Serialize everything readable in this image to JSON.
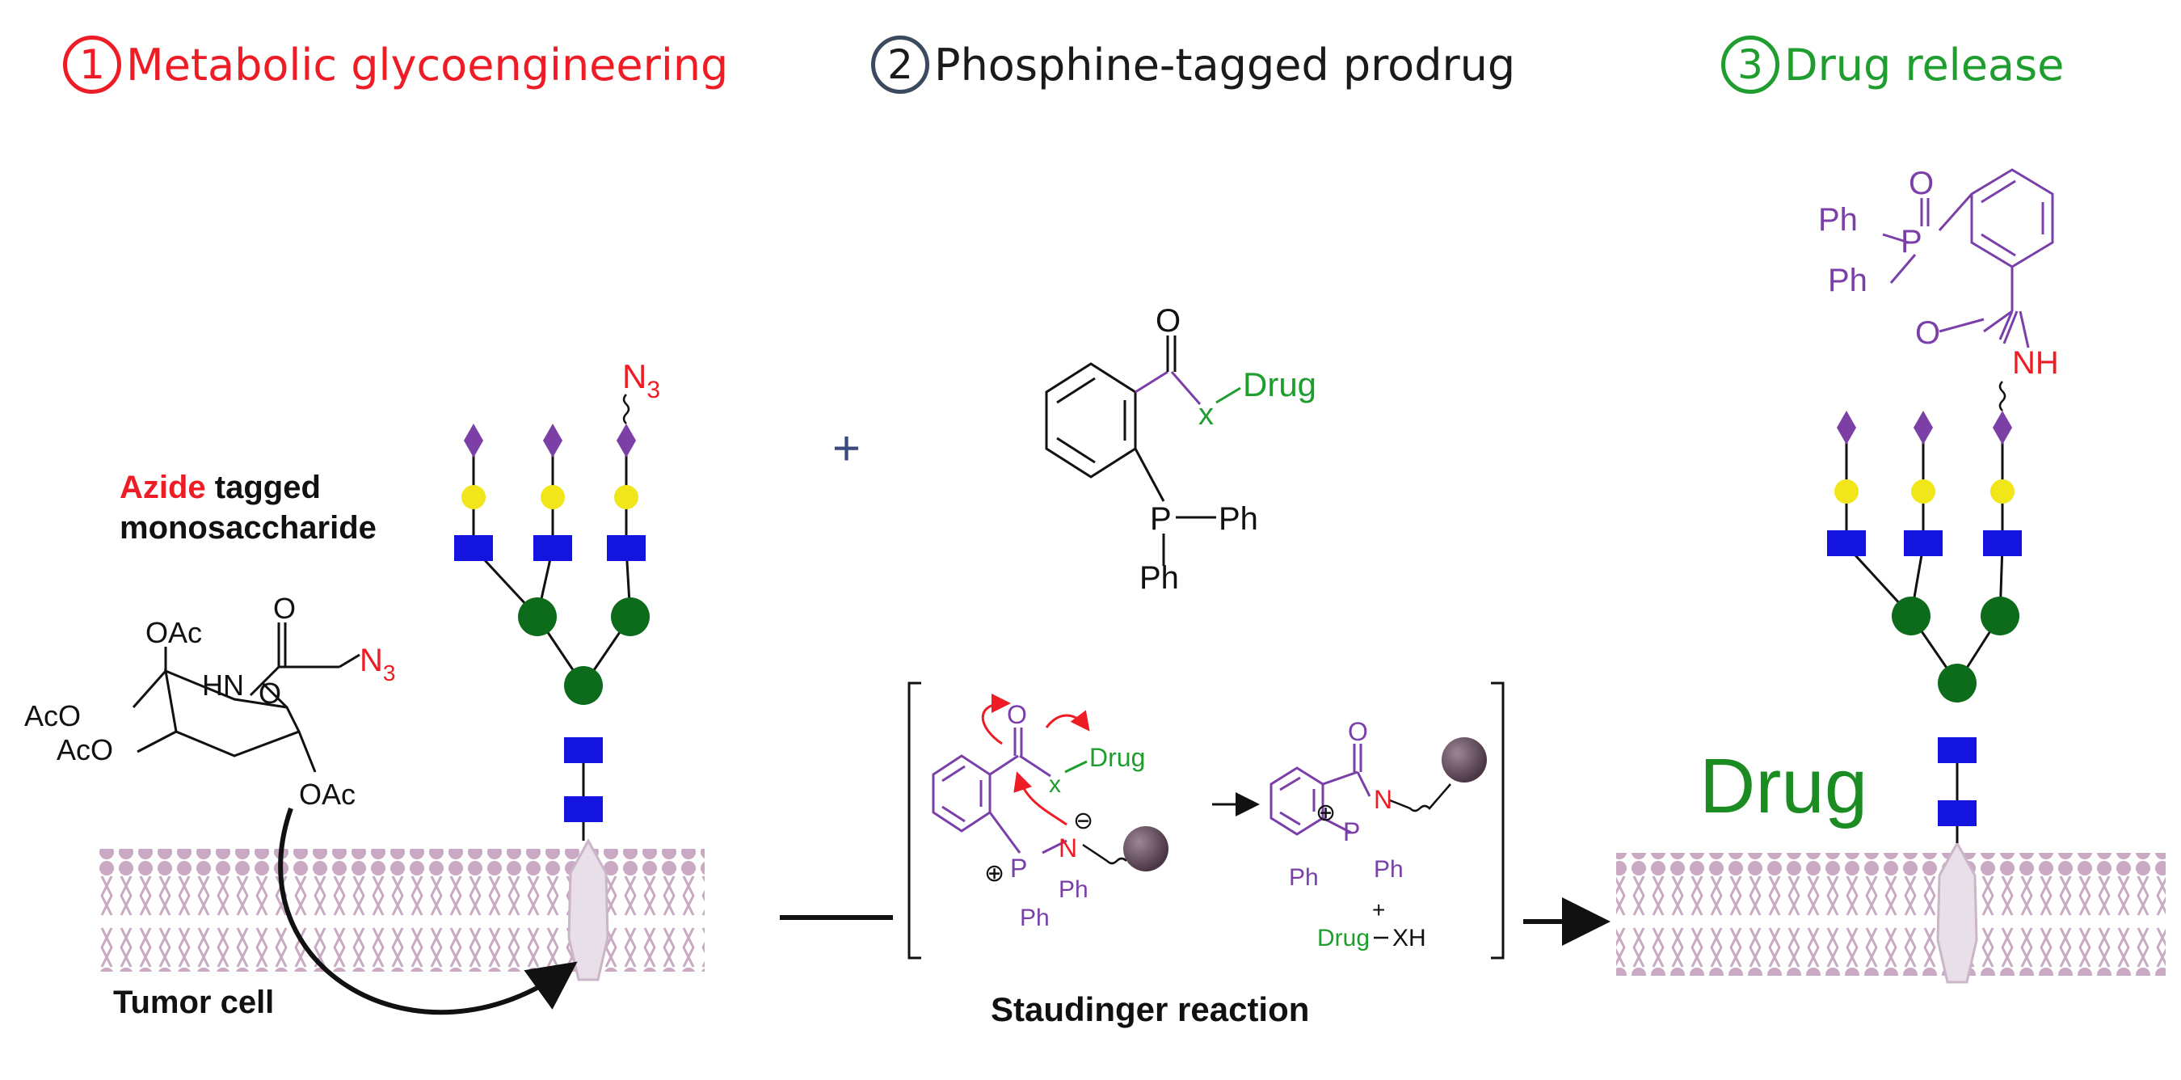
{
  "headings": {
    "step1": {
      "number": "1",
      "text": "Metabolic glycoengineering",
      "color": "#ee1c25"
    },
    "step2": {
      "number": "2",
      "text": "Phosphine-tagged prodrug",
      "color": "#1a1a1a"
    },
    "step3": {
      "number": "3",
      "text": "Drug release",
      "color": "#1f9d2f"
    }
  },
  "labels": {
    "azide_word": "Azide",
    "tagged_word": " tagged",
    "monosaccharide": "monosaccharide",
    "tumor_cell": "Tumor cell",
    "staudinger": "Staudinger  reaction",
    "plus": "+",
    "drug_released": "Drug"
  },
  "chemistry": {
    "sugar": {
      "oac_top": "OAc",
      "oac_left1": "AcO",
      "oac_left2": "AcO",
      "oac_anomeric": "OAc",
      "hn": "HN",
      "ring_o": "O",
      "carbonyl_o": "O",
      "azide": "N",
      "azide_sub": "3"
    },
    "glycan_azide": {
      "n": "N",
      "sub": "3"
    },
    "prodrug": {
      "o": "O",
      "x": "x",
      "drug": "Drug",
      "p": "P",
      "ph1": "Ph",
      "ph2": "Ph"
    },
    "intermediate": {
      "o": "O",
      "x": "x",
      "drug": "Drug",
      "n": "N",
      "minus": "⊖",
      "plus": "⊕",
      "p": "P",
      "ph1": "Ph",
      "ph2": "Ph"
    },
    "product_intermediate": {
      "o": "O",
      "n": "N",
      "plus": "⊕",
      "p": "P",
      "ph1": "Ph",
      "ph2": "Ph",
      "byproduct_plus": "+",
      "byproduct_drug": "Drug",
      "byproduct_xh": "XH"
    },
    "final": {
      "o_top": "O",
      "p": "P",
      "ph1": "Ph",
      "ph2": "Ph",
      "o_amide": "O",
      "nh": "NH"
    }
  },
  "colors": {
    "azide_red": "#ee1c25",
    "phosphine_purple": "#7a3fa8",
    "drug_green": "#1f9d2f",
    "sialic_purple": "#7b3fa6",
    "galactose_yellow": "#f0e61a",
    "glcnac_blue": "#1414e0",
    "mannose_green": "#0d6b1c",
    "membrane": "#c9a9c4",
    "protein": "#e8dfe9"
  }
}
